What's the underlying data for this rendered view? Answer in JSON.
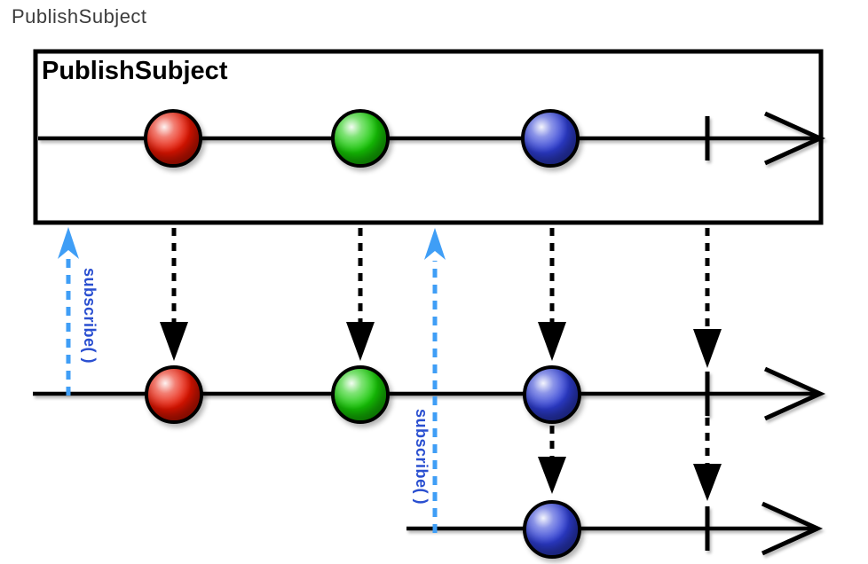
{
  "page": {
    "title": "PublishSubject"
  },
  "diagram": {
    "box_title": "PublishSubject",
    "subscribe_labels": [
      "subscribe( )",
      "subscribe( )"
    ],
    "colors": {
      "stroke": "#000000",
      "subscribe-line": "#3f9ef6",
      "subscribe-text": "#2a4fd0",
      "red": "#e81500",
      "green": "#16cc05",
      "blue": "#2e3ed6"
    },
    "timelines": [
      {
        "id": "source-publishsubject",
        "events": [
          "red",
          "green",
          "blue",
          "complete"
        ]
      },
      {
        "id": "subscriber-1",
        "events": [
          "red",
          "green",
          "blue",
          "complete"
        ]
      },
      {
        "id": "subscriber-2",
        "events": [
          "blue",
          "complete"
        ]
      }
    ]
  }
}
